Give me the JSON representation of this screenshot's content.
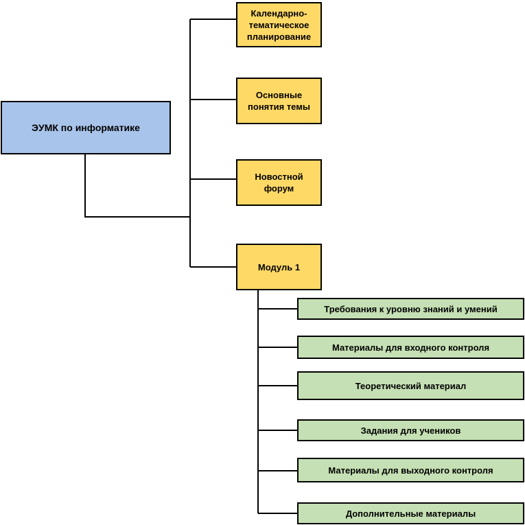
{
  "root": {
    "label": "ЭУМК по информатике"
  },
  "level1": [
    {
      "label": "Календарно-\nтематическое\nпланирование"
    },
    {
      "label": "Основные\nпонятия темы"
    },
    {
      "label": "Новостной\nфорум"
    },
    {
      "label": "Модуль 1"
    }
  ],
  "module1_items": [
    {
      "label": "Требования к уровню знаний и умений"
    },
    {
      "label": "Материалы для входного контроля"
    },
    {
      "label": "Теоретический материал"
    },
    {
      "label": "Задания для учеников"
    },
    {
      "label": "Материалы для выходного контроля"
    },
    {
      "label": "Дополнительные материалы"
    }
  ],
  "colors": {
    "root": "#a9c4eb",
    "level1": "#ffd966",
    "module_items": "#c5e0b4",
    "connector": "#000000"
  }
}
